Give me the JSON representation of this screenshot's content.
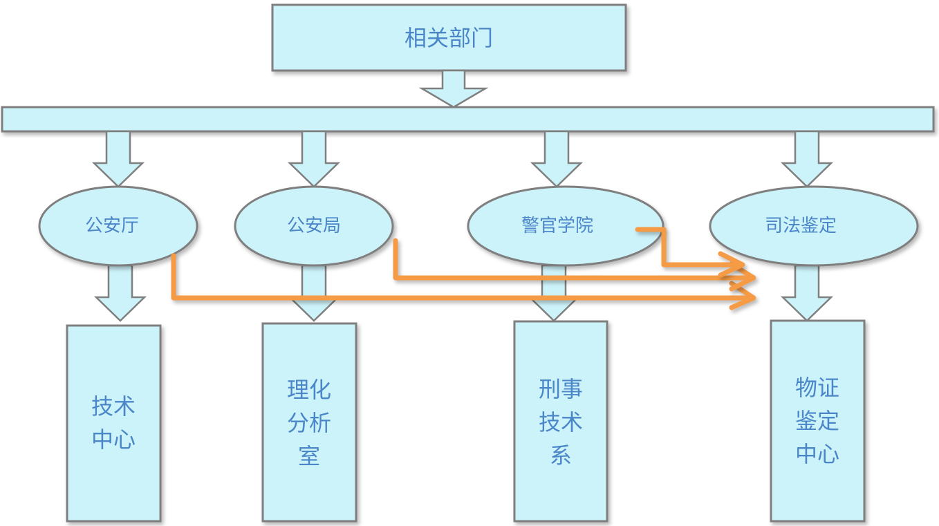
{
  "colors": {
    "box_fill": "#cdf3fa",
    "box_stroke": "#7f7f7f",
    "text": "#4a86c8",
    "flow_arrow": "#f59a45"
  },
  "top": {
    "label": "相关部门"
  },
  "bar": {
    "label": ""
  },
  "organizations": [
    {
      "label": "公安厅"
    },
    {
      "label": "公安局"
    },
    {
      "label": "警官学院"
    },
    {
      "label": "司法鉴定"
    }
  ],
  "units": [
    {
      "lines": [
        "技术",
        "中心"
      ]
    },
    {
      "lines": [
        "理化",
        "分析",
        "室"
      ]
    },
    {
      "lines": [
        "刑事",
        "技术",
        "系"
      ]
    },
    {
      "lines": [
        "物证",
        "鉴定",
        "中心"
      ]
    }
  ],
  "flows": [
    {
      "from": "公安厅",
      "to": "司法鉴定"
    },
    {
      "from": "公安局",
      "to": "司法鉴定"
    },
    {
      "from": "警官学院",
      "to": "司法鉴定"
    }
  ]
}
